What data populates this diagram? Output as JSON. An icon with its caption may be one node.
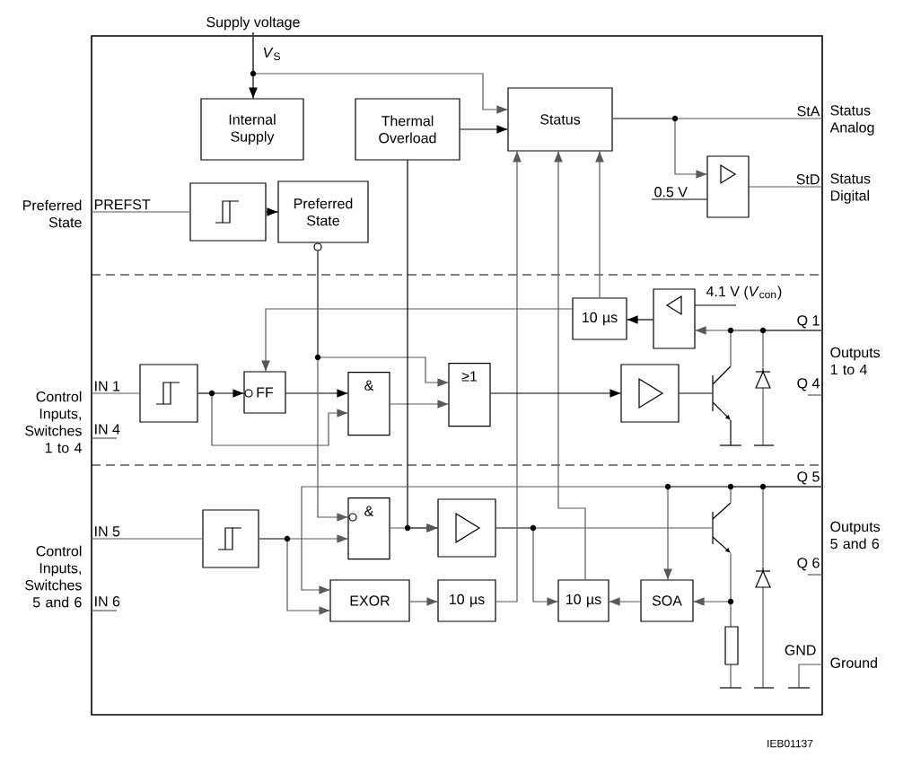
{
  "diagram": {
    "nodes": [
      {
        "text": [
          "Internal Supply"
        ]
      },
      {
        "text": [
          "Thermal Overload"
        ]
      },
      {
        "text": [
          "Status"
        ]
      },
      {
        "text": [],
        "shape": "box"
      },
      {
        "text": [
          "Preferred State"
        ]
      },
      {
        "text": [],
        "shape": "box"
      },
      {
        "text": [
          "10 µs"
        ]
      },
      {
        "text": [],
        "shape": "box",
        "beside": [
          "4.1 V (*V*$_{con}$)"
        ]
      },
      {
        "text": [],
        "shape": "box"
      },
      {
        "text": [
          "FF"
        ]
      },
      {
        "text": [
          "&"
        ]
      },
      {
        "text": [
          "≥1"
        ]
      },
      {
        "text": [],
        "shape": "box"
      },
      {
        "text": [
          "&"
        ]
      },
      {
        "text": [],
        "shape": "box"
      },
      {
        "text": [],
        "shape": "box"
      },
      {
        "text": [
          "EXOR"
        ]
      },
      {
        "text": [
          "10 µs"
        ]
      },
      {
        "text": [
          "10 µs"
        ]
      },
      {
        "text": [
          "SOA"
        ]
      },
      {
        "text": [
          "Supply voltage"
        ]
      },
      {
        "text": [
          "PREFST"
        ],
        "beside": [
          "Preferred State"
        ]
      },
      {
        "text": [
          "StA"
        ],
        "beside": [
          "Status Analog"
        ]
      },
      {
        "text": [
          "StD"
        ],
        "beside": [
          "Status Digital"
        ]
      },
      {
        "text": [
          "0.5 V"
        ]
      },
      {
        "text": [
          "Q 1"
        ],
        "beside": [
          "Outputs 1 to 4"
        ]
      },
      {
        "text": [
          "IN 1"
        ],
        "beside": [
          "Control Inputs, Switches 1 to 4"
        ]
      },
      {
        "text": [
          "IN 5"
        ],
        "beside": [
          "Control Inputs, Switches 5 and 6"
        ]
      },
      {
        "text": [
          "Q 5"
        ],
        "beside": [
          "Outputs 5 and 6"
        ]
      },
      {
        "text": [],
        "shape": "transistor"
      },
      {
        "text": [],
        "shape": "diode"
      },
      {
        "text": [],
        "shape": "transistor"
      },
      {
        "text": [],
        "shape": "diode"
      }
    ],
    "edges": [
      {
        "from": 20,
        "to": 0,
        "arrow": "to",
        "color": "#000000"
      },
      {
        "from": 20,
        "to": 2,
        "arrow": "to"
      },
      {
        "from": 1,
        "to": 2,
        "arrow": "to",
        "color": "#000000"
      },
      {
        "from": 3,
        "to": 4,
        "arrow": "to",
        "color": "#000000"
      },
      {
        "from": 2,
        "to": 5,
        "arrow": "to"
      },
      {
        "from": 6,
        "to": 2,
        "arrow": "to"
      },
      {
        "from": 18,
        "to": 2,
        "arrow": "to"
      },
      {
        "from": 17,
        "to": 2,
        "arrow": "to"
      },
      {
        "from": 7,
        "to": 6,
        "arrow": "to",
        "color": "#000000"
      },
      {
        "from": 25,
        "to": 7,
        "arrow": "to"
      },
      {
        "from": 6,
        "to": 9,
        "arrow": "to"
      },
      {
        "from": 8,
        "to": 9,
        "arrow": "to",
        "color": "#000000"
      },
      {
        "from": 9,
        "to": 10,
        "arrow": "to",
        "color": "#000000"
      },
      {
        "from": 8,
        "to": 10,
        "arrow": "to"
      },
      {
        "from": 10,
        "to": 11,
        "arrow": "to"
      },
      {
        "from": 4,
        "to": 11,
        "arrow": "to"
      },
      {
        "from": 4,
        "to": 13,
        "arrow": "to"
      },
      {
        "from": 1,
        "to": 15,
        "arrow": "to",
        "color": "#000000"
      },
      {
        "from": 11,
        "to": 12,
        "arrow": "to",
        "color": "#000000"
      },
      {
        "from": 13,
        "to": 15,
        "arrow": "to"
      },
      {
        "from": 14,
        "to": 13,
        "arrow": "to"
      },
      {
        "from": 14,
        "to": 16,
        "arrow": "to"
      },
      {
        "from": 28,
        "to": 16,
        "arrow": "to"
      },
      {
        "from": 28,
        "to": 19,
        "arrow": "to"
      },
      {
        "from": 16,
        "to": 17,
        "arrow": "to"
      },
      {
        "from": 15,
        "to": 18,
        "arrow": "to"
      },
      {
        "from": 19,
        "to": 18,
        "arrow": "to"
      },
      {
        "from": 31,
        "to": 19,
        "arrow": "to"
      },
      {
        "from": 21,
        "to": 3,
        "arrow": "none"
      },
      {
        "from": 2,
        "to": 22,
        "arrow": "none"
      },
      {
        "from": 5,
        "to": 23,
        "arrow": "none"
      },
      {
        "from": 24,
        "to": 5,
        "arrow": "none",
        "color": "#000000"
      },
      {
        "from": 26,
        "to": 8,
        "arrow": "none"
      },
      {
        "from": 27,
        "to": 14,
        "arrow": "none"
      },
      {
        "from": 12,
        "to": 29,
        "arrow": "none",
        "color": "#000000"
      },
      {
        "from": 25,
        "to": 29,
        "arrow": "none"
      },
      {
        "from": 25,
        "to": 30,
        "arrow": "none"
      },
      {
        "from": 15,
        "to": 31,
        "arrow": "none"
      },
      {
        "from": 28,
        "to": 31,
        "arrow": "none"
      },
      {
        "from": 28,
        "to": 32,
        "arrow": "none"
      }
    ],
    "labels": [
      "*V*$_{S}$",
      "Q 4",
      "IN 4",
      "Q 6",
      "IN 6",
      "GND",
      "Ground",
      "IEB01137"
    ]
  }
}
